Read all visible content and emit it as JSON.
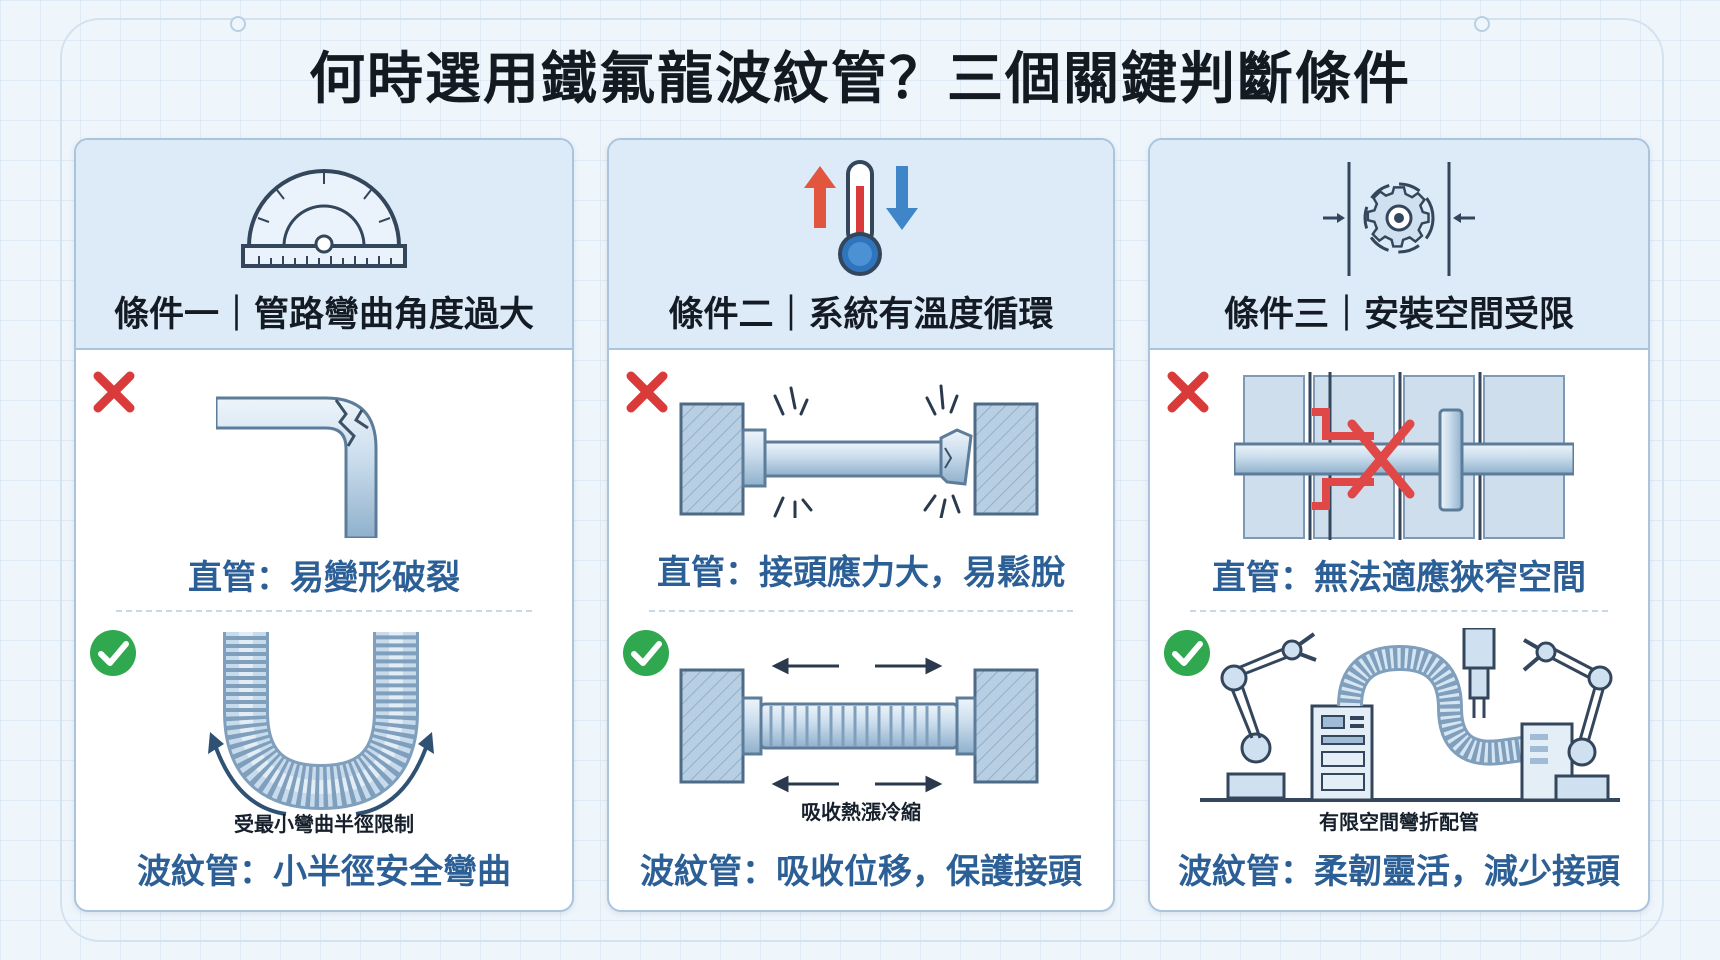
{
  "title": "何時選用鐵氟龍波紋管？三個關鍵判斷條件",
  "cards": [
    {
      "heading": "條件一｜管路彎曲角度過大",
      "bad_caption": "直管：易變形破裂",
      "good_note": "受最小彎曲半徑限制",
      "good_caption": "波紋管：小半徑安全彎曲"
    },
    {
      "heading": "條件二｜系統有溫度循環",
      "bad_caption": "直管：接頭應力大，易鬆脫",
      "good_note": "吸收熱漲冷縮",
      "good_caption": "波紋管：吸收位移，保護接頭"
    },
    {
      "heading": "條件三｜安裝空間受限",
      "bad_caption": "直管：無法適應狹窄空間",
      "good_note": "有限空間彎折配管",
      "good_caption": "波紋管：柔韌靈活，減少接頭"
    }
  ],
  "icons": {
    "card1_header": "protractor-icon",
    "card2_header": "thermometer-icon",
    "card3_header": "gear-icon",
    "bad_mark": "red-x-icon",
    "good_mark": "green-check-icon"
  },
  "colors": {
    "bad": "#d93a3a",
    "good": "#2fa84f",
    "accent_text": "#2c5f96",
    "header_bg": "#dcebf7"
  }
}
